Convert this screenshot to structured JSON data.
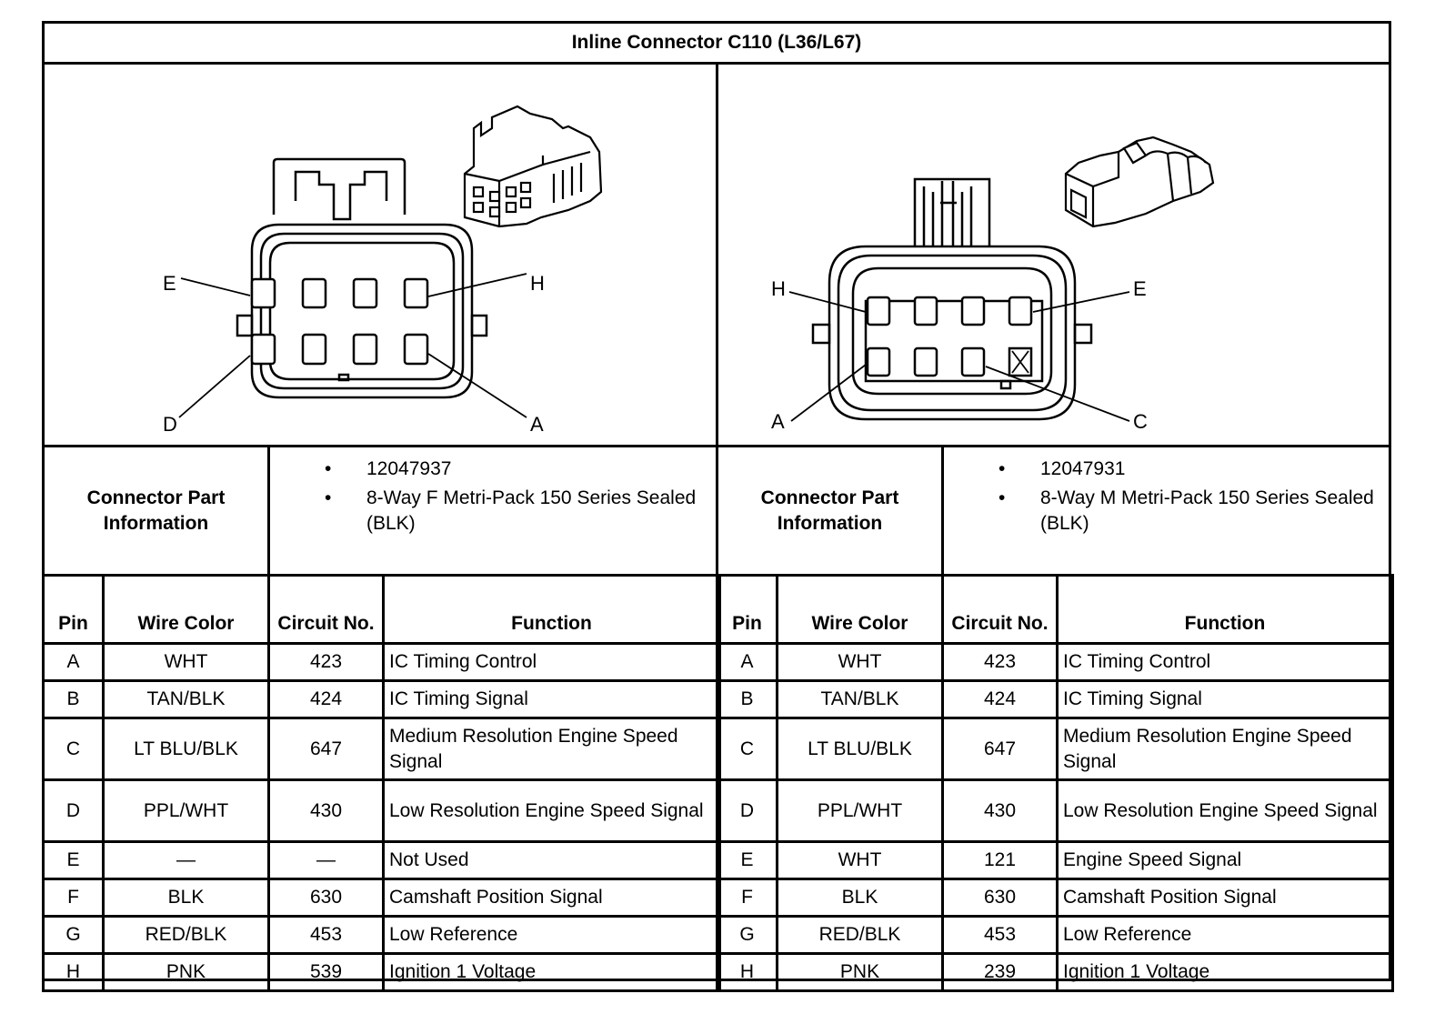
{
  "title": "Inline Connector C110 (L36/L67)",
  "left": {
    "pin_labels": {
      "E": "E",
      "H": "H",
      "D": "D",
      "A": "A"
    },
    "part_label": "Connector Part Information",
    "part_items": [
      "12047937",
      "8-Way F Metri-Pack 150 Series Sealed (BLK)"
    ],
    "headers": {
      "pin": "Pin",
      "wire": "Wire Color",
      "circuit": "Circuit No.",
      "function": "Function"
    },
    "rows": [
      {
        "pin": "A",
        "wire": "WHT",
        "circuit": "423",
        "function": "IC Timing Control"
      },
      {
        "pin": "B",
        "wire": "TAN/BLK",
        "circuit": "424",
        "function": "IC Timing Signal"
      },
      {
        "pin": "C",
        "wire": "LT BLU/BLK",
        "circuit": "647",
        "function": "Medium Resolution Engine Speed Signal"
      },
      {
        "pin": "D",
        "wire": "PPL/WHT",
        "circuit": "430",
        "function": "Low Resolution Engine Speed Signal"
      },
      {
        "pin": "E",
        "wire": "—",
        "circuit": "—",
        "function": "Not Used"
      },
      {
        "pin": "F",
        "wire": "BLK",
        "circuit": "630",
        "function": "Camshaft Position Signal"
      },
      {
        "pin": "G",
        "wire": "RED/BLK",
        "circuit": "453",
        "function": "Low Reference"
      },
      {
        "pin": "H",
        "wire": "PNK",
        "circuit": "539",
        "function": "Ignition 1 Voltage"
      }
    ]
  },
  "right": {
    "pin_labels": {
      "H": "H",
      "E": "E",
      "A": "A",
      "C": "C"
    },
    "part_label": "Connector Part Information",
    "part_items": [
      "12047931",
      "8-Way M Metri-Pack 150 Series Sealed (BLK)"
    ],
    "headers": {
      "pin": "Pin",
      "wire": "Wire Color",
      "circuit": "Circuit No.",
      "function": "Function"
    },
    "rows": [
      {
        "pin": "A",
        "wire": "WHT",
        "circuit": "423",
        "function": "IC Timing Control"
      },
      {
        "pin": "B",
        "wire": "TAN/BLK",
        "circuit": "424",
        "function": "IC Timing Signal"
      },
      {
        "pin": "C",
        "wire": "LT BLU/BLK",
        "circuit": "647",
        "function": "Medium Resolution Engine Speed Signal"
      },
      {
        "pin": "D",
        "wire": "PPL/WHT",
        "circuit": "430",
        "function": "Low Resolution Engine Speed Signal"
      },
      {
        "pin": "E",
        "wire": "WHT",
        "circuit": "121",
        "function": "Engine Speed Signal"
      },
      {
        "pin": "F",
        "wire": "BLK",
        "circuit": "630",
        "function": "Camshaft Position Signal"
      },
      {
        "pin": "G",
        "wire": "RED/BLK",
        "circuit": "453",
        "function": "Low Reference"
      },
      {
        "pin": "H",
        "wire": "PNK",
        "circuit": "239",
        "function": "Ignition 1 Voltage"
      }
    ]
  }
}
